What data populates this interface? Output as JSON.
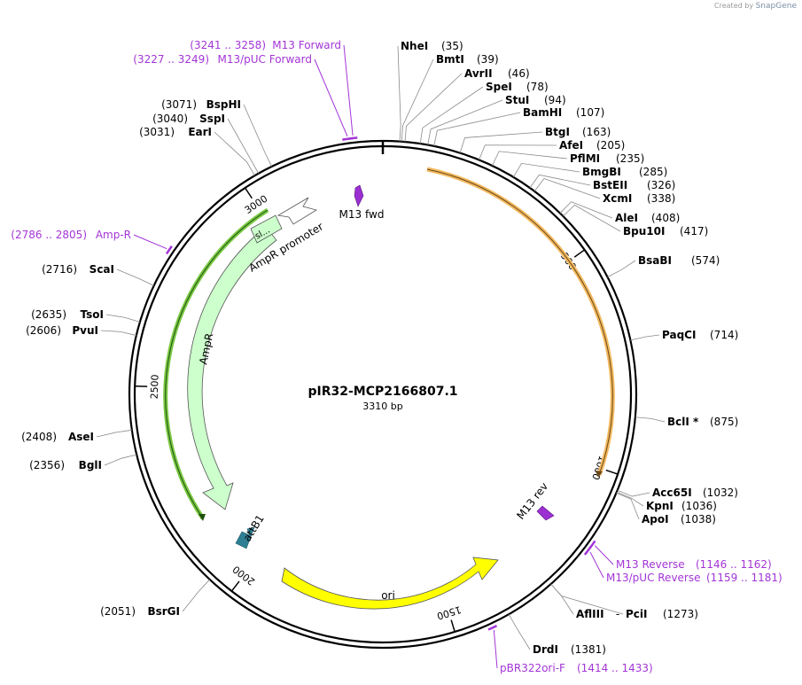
{
  "credit": {
    "prefix": "Created by",
    "brand": "SnapGene"
  },
  "plasmid": {
    "name": "pIR32-MCP2166807.1",
    "length_label": "3310 bp",
    "length": 3310
  },
  "ticks": [
    {
      "pos": 500,
      "label": "500"
    },
    {
      "pos": 1000,
      "label": "1000"
    },
    {
      "pos": 1500,
      "label": "1500"
    },
    {
      "pos": 2000,
      "label": "2000"
    },
    {
      "pos": 2500,
      "label": "2500"
    },
    {
      "pos": 3000,
      "label": "3000"
    }
  ],
  "enzymes": [
    {
      "name": "NheI",
      "pos_label": "(35)",
      "pos": 35
    },
    {
      "name": "BmtI",
      "pos_label": "(39)",
      "pos": 39
    },
    {
      "name": "AvrII",
      "pos_label": "(46)",
      "pos": 46
    },
    {
      "name": "SpeI",
      "pos_label": "(78)",
      "pos": 78
    },
    {
      "name": "StuI",
      "pos_label": "(94)",
      "pos": 94
    },
    {
      "name": "BamHI",
      "pos_label": "(107)",
      "pos": 107
    },
    {
      "name": "BtgI",
      "pos_label": "(163)",
      "pos": 163
    },
    {
      "name": "AfeI",
      "pos_label": "(205)",
      "pos": 205
    },
    {
      "name": "PflMI",
      "pos_label": "(235)",
      "pos": 235
    },
    {
      "name": "BmgBI",
      "pos_label": "(285)",
      "pos": 285
    },
    {
      "name": "BstEII",
      "pos_label": "(326)",
      "pos": 326
    },
    {
      "name": "XcmI",
      "pos_label": "(338)",
      "pos": 338
    },
    {
      "name": "AleI",
      "pos_label": "(408)",
      "pos": 408
    },
    {
      "name": "Bpu10I",
      "pos_label": "(417)",
      "pos": 417
    },
    {
      "name": "BsaBI",
      "pos_label": "(574)",
      "pos": 574
    },
    {
      "name": "PaqCI",
      "pos_label": "(714)",
      "pos": 714
    },
    {
      "name": "BclI *",
      "pos_label": "(875)",
      "pos": 875
    },
    {
      "name": "Acc65I",
      "pos_label": "(1032)",
      "pos": 1032
    },
    {
      "name": "KpnI",
      "pos_label": "(1036)",
      "pos": 1036
    },
    {
      "name": "ApoI",
      "pos_label": "(1038)",
      "pos": 1038
    },
    {
      "name": "AflIII",
      "pos_label": "",
      "pos": 1273
    },
    {
      "name": "PciI",
      "pos_label": "(1273)",
      "pos": 1273
    },
    {
      "name": "DrdI",
      "pos_label": "(1381)",
      "pos": 1381
    },
    {
      "name": "BsrGI",
      "pos_label": "(2051)",
      "pos": 2051
    },
    {
      "name": "BglI",
      "pos_label": "(2356)",
      "pos": 2356
    },
    {
      "name": "AseI",
      "pos_label": "(2408)",
      "pos": 2408
    },
    {
      "name": "PvuI",
      "pos_label": "(2606)",
      "pos": 2606
    },
    {
      "name": "TsoI",
      "pos_label": "(2635)",
      "pos": 2635
    },
    {
      "name": "ScaI",
      "pos_label": "(2716)",
      "pos": 2716
    },
    {
      "name": "EarI",
      "pos_label": "(3031)",
      "pos": 3031
    },
    {
      "name": "SspI",
      "pos_label": "(3040)",
      "pos": 3040
    },
    {
      "name": "BspHI",
      "pos_label": "(3071)",
      "pos": 3071
    }
  ],
  "primers": [
    {
      "name": "M13 Forward",
      "range": "(3241 .. 3258)",
      "start": 3241,
      "end": 3258
    },
    {
      "name": "M13/pUC Forward",
      "range": "(3227 .. 3249)",
      "start": 3227,
      "end": 3249
    },
    {
      "name": "Amp-R",
      "range": "(2786 .. 2805)",
      "start": 2786,
      "end": 2805
    },
    {
      "name": "M13 Reverse",
      "range": "(1146 .. 1162)",
      "start": 1146,
      "end": 1162
    },
    {
      "name": "M13/pUC Reverse",
      "range": "(1159 .. 1181)",
      "start": 1159,
      "end": 1181
    },
    {
      "name": "pBR322ori-F",
      "range": "(1414 .. 1433)",
      "start": 1414,
      "end": 1433
    }
  ],
  "features": [
    {
      "name": "AmpR",
      "color": "#ccffcc"
    },
    {
      "name": "AmpR promoter",
      "color": "#ffffff"
    },
    {
      "name": "sl...",
      "color": "#ccffcc"
    },
    {
      "name": "ori",
      "color": "#ffff00"
    },
    {
      "name": "attB1",
      "color": "#2e7f94"
    },
    {
      "name": "M13 fwd",
      "color": "#9b2fd1"
    },
    {
      "name": "M13 rev",
      "color": "#9b2fd1"
    }
  ],
  "colors": {
    "backbone": "#000000",
    "primer": "#a335d6",
    "orf_orange": "#f3b95f",
    "orf_green": "#7ac943",
    "leader_line": "#8a8a8a"
  }
}
